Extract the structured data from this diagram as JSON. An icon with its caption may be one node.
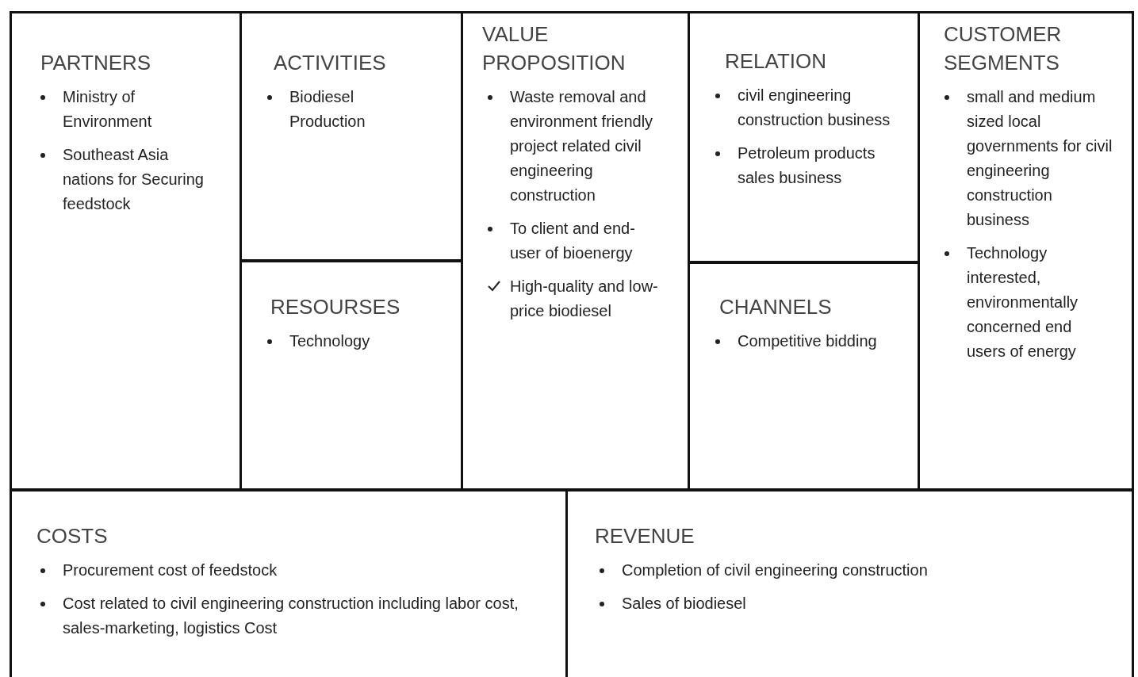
{
  "diagram": {
    "nodes": [
      {
        "text": [
          "PARTNERS",
          "Ministry of Environment",
          "Southeast Asia nations for Securing feedstock"
        ]
      },
      {
        "text": [
          "ACTIVITIES",
          "Biodiesel Production"
        ]
      },
      {
        "text": [
          "RESOURSES",
          "Technology"
        ]
      },
      {
        "text": [
          "VALUE PROPOSITION",
          "Waste removal and environment friendly project related civil engineering construction",
          "To client and end-user of bioenergy",
          "High-quality  and low-price biodiesel"
        ]
      },
      {
        "text": [
          "RELATION",
          "civil engineering construction business",
          "Petroleum products sales business"
        ]
      },
      {
        "text": [
          "CHANNELS",
          "Competitive bidding"
        ]
      },
      {
        "text": [
          "CUSTOMER SEGMENTS",
          "small and medium sized local governments for civil engineering construction business",
          "Technology interested, environmentally concerned end users of energy"
        ]
      },
      {
        "text": [
          "COSTS",
          "Procurement cost of feedstock",
          "Cost related to civil engineering construction including labor cost, sales-marketing, logistics Cost"
        ]
      },
      {
        "text": [
          "REVENUE",
          "Completion of civil engineering construction",
          "Sales of biodiesel"
        ]
      }
    ]
  }
}
